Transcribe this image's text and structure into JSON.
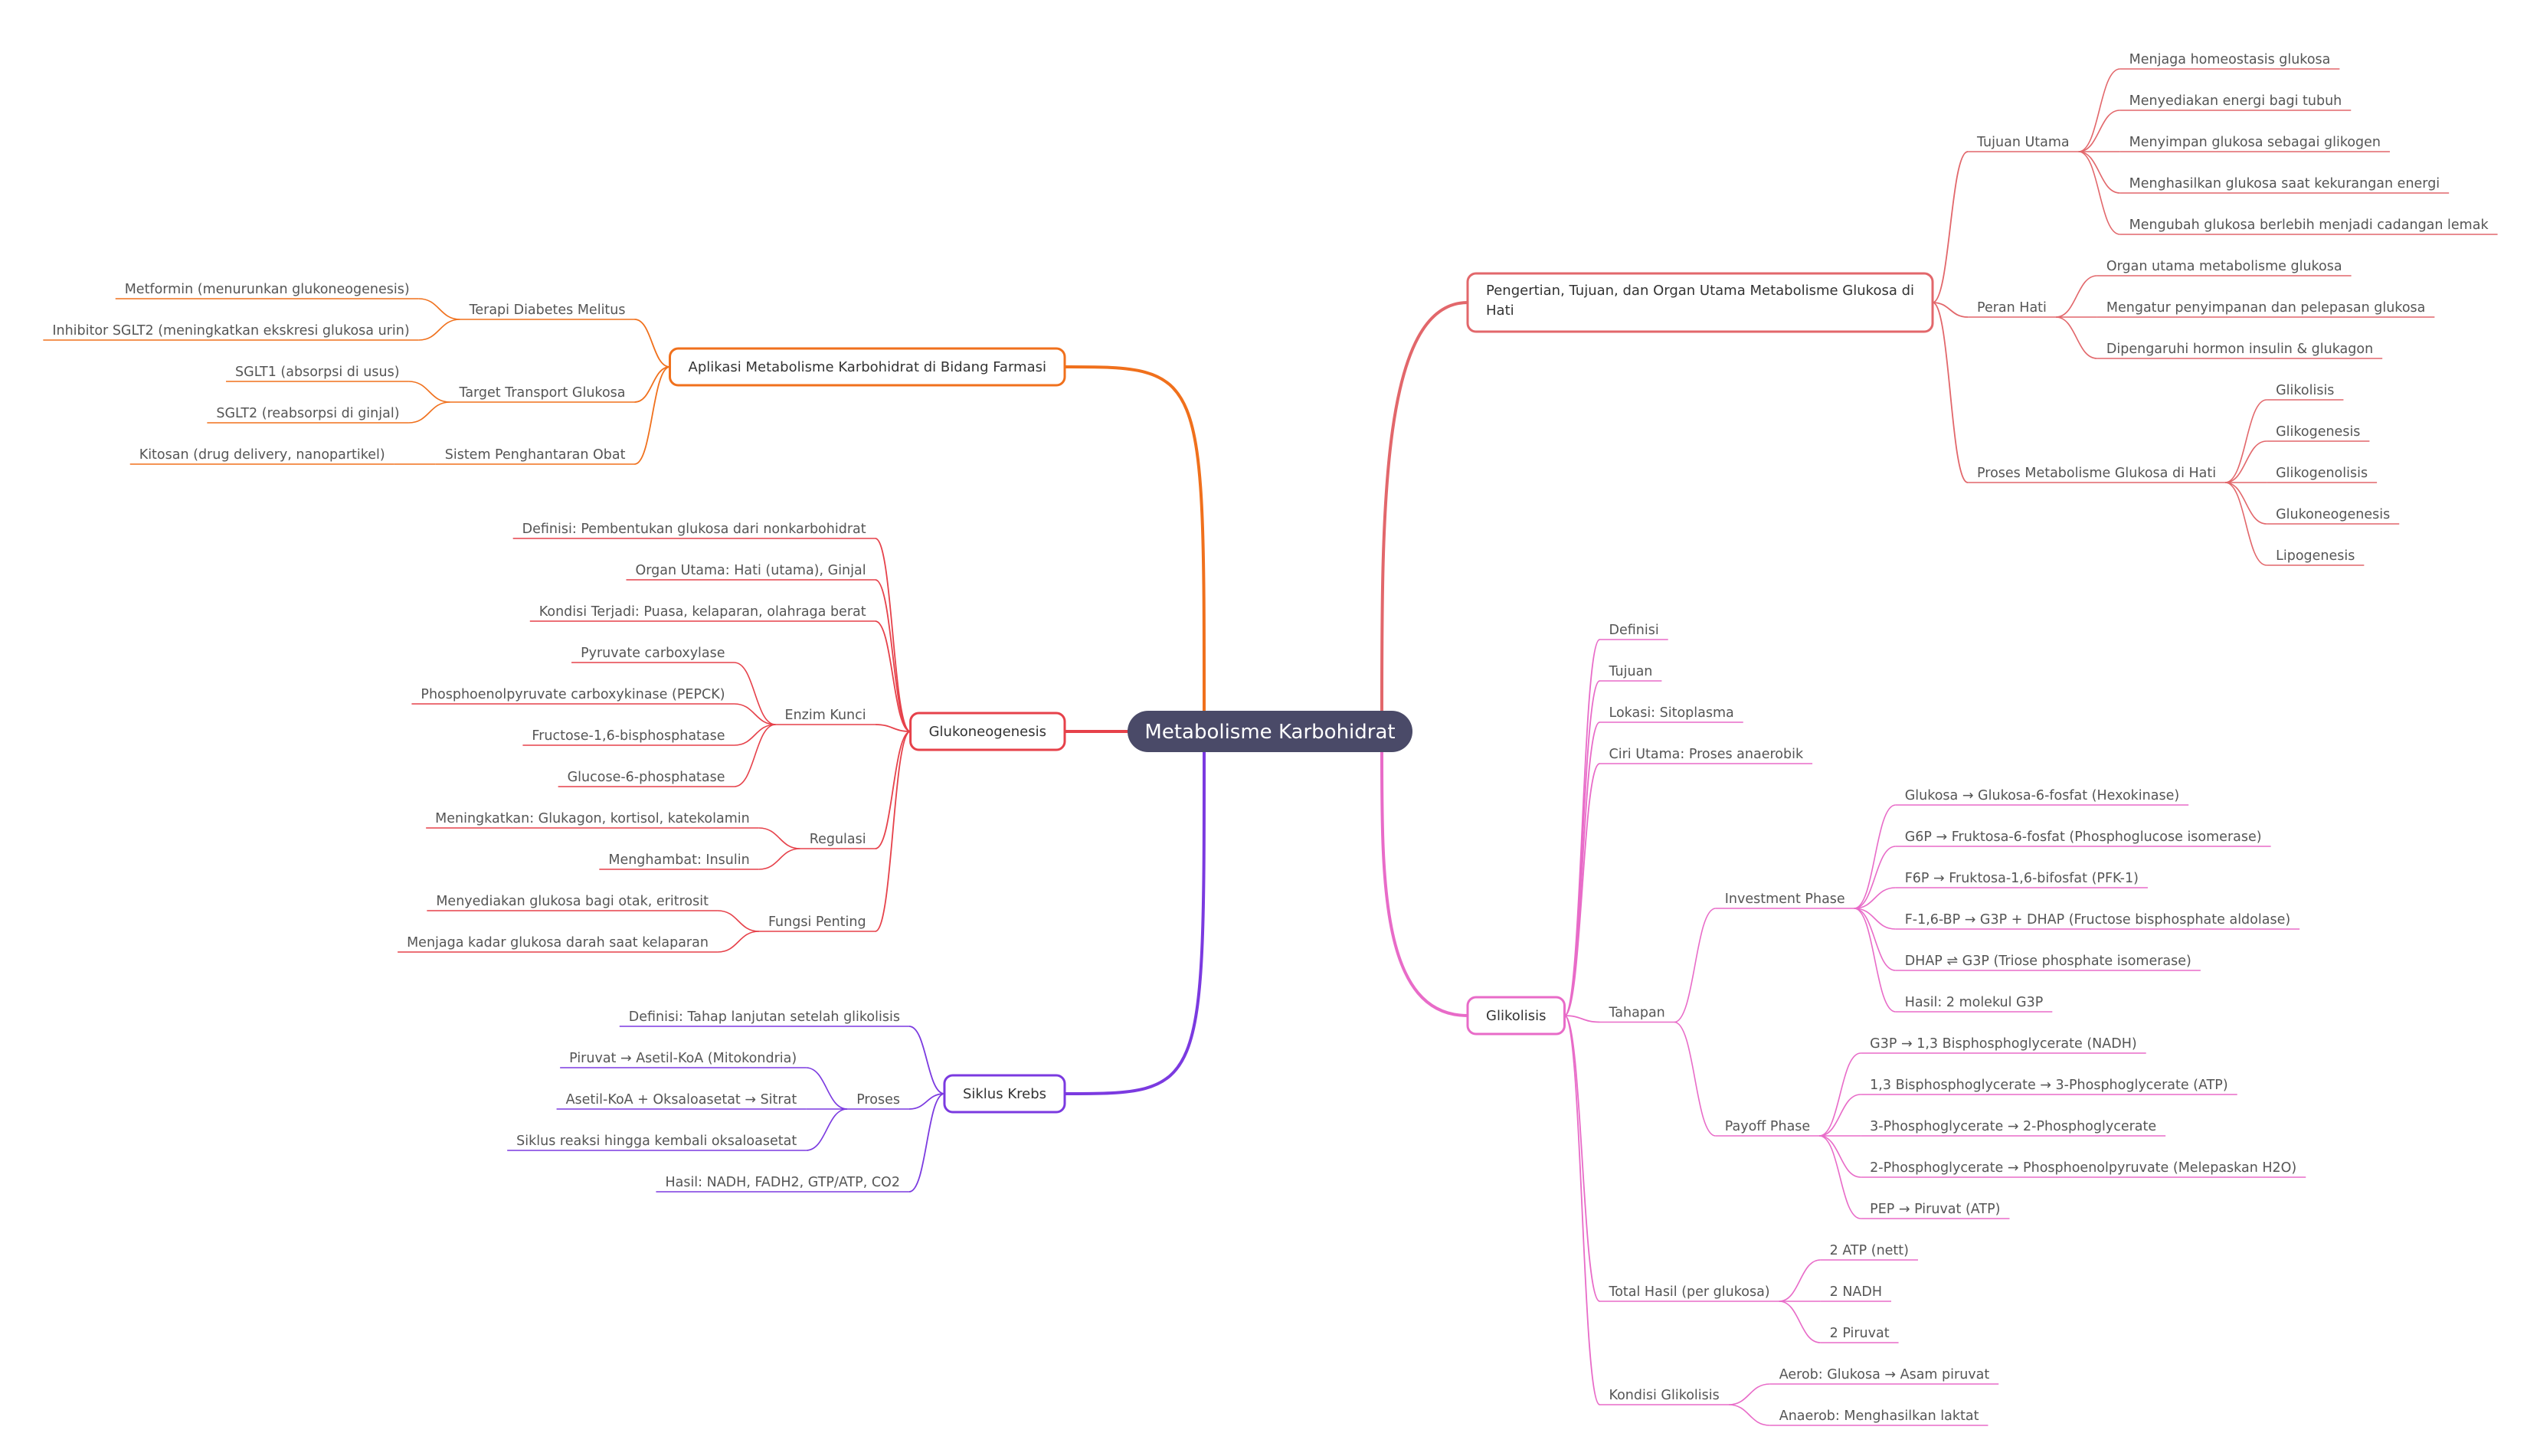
{
  "root": {
    "label": "Metabolisme Karbohidrat",
    "color": "#4a4a68"
  },
  "branches": [
    {
      "id": "pengertian",
      "label_lines": [
        "Pengertian, Tujuan, dan Organ Utama Metabolisme Glukosa di",
        "Hati"
      ],
      "color": "#e2676b",
      "side": "right",
      "children": [
        {
          "label": "Tujuan Utama",
          "children": [
            {
              "label": "Menjaga homeostasis glukosa"
            },
            {
              "label": "Menyediakan energi bagi tubuh"
            },
            {
              "label": "Menyimpan glukosa sebagai glikogen"
            },
            {
              "label": "Menghasilkan glukosa saat kekurangan energi"
            },
            {
              "label": "Mengubah glukosa berlebih menjadi cadangan lemak"
            }
          ]
        },
        {
          "label": "Peran Hati",
          "children": [
            {
              "label": "Organ utama metabolisme glukosa"
            },
            {
              "label": "Mengatur penyimpanan dan pelepasan glukosa"
            },
            {
              "label": "Dipengaruhi hormon insulin & glukagon"
            }
          ]
        },
        {
          "label": "Proses Metabolisme Glukosa di Hati",
          "children": [
            {
              "label": "Glikolisis"
            },
            {
              "label": "Glikogenesis"
            },
            {
              "label": "Glikogenolisis"
            },
            {
              "label": "Glukoneogenesis"
            },
            {
              "label": "Lipogenesis"
            }
          ]
        }
      ]
    },
    {
      "id": "glikolisis",
      "label_lines": [
        "Glikolisis"
      ],
      "color": "#e86bc8",
      "side": "right",
      "children": [
        {
          "label": "Definisi"
        },
        {
          "label": "Tujuan"
        },
        {
          "label": "Lokasi: Sitoplasma"
        },
        {
          "label": "Ciri Utama: Proses anaerobik"
        },
        {
          "label": "Tahapan",
          "children": [
            {
              "label": "Investment Phase",
              "children": [
                {
                  "label": "Glukosa → Glukosa-6-fosfat (Hexokinase)"
                },
                {
                  "label": "G6P → Fruktosa-6-fosfat (Phosphoglucose isomerase)"
                },
                {
                  "label": "F6P → Fruktosa-1,6-bifosfat (PFK-1)"
                },
                {
                  "label": "F-1,6-BP → G3P + DHAP (Fructose bisphosphate aldolase)"
                },
                {
                  "label": "DHAP ⇌ G3P (Triose phosphate isomerase)"
                },
                {
                  "label": "Hasil: 2 molekul G3P"
                }
              ]
            },
            {
              "label": "Payoff Phase",
              "children": [
                {
                  "label": "G3P → 1,3 Bisphosphoglycerate (NADH)"
                },
                {
                  "label": "1,3 Bisphosphoglycerate → 3-Phosphoglycerate (ATP)"
                },
                {
                  "label": "3-Phosphoglycerate → 2-Phosphoglycerate"
                },
                {
                  "label": "2-Phosphoglycerate → Phosphoenolpyruvate (Melepaskan H2O)"
                },
                {
                  "label": "PEP → Piruvat (ATP)"
                }
              ]
            }
          ]
        },
        {
          "label": "Total Hasil (per glukosa)",
          "children": [
            {
              "label": "2 ATP (nett)"
            },
            {
              "label": "2 NADH"
            },
            {
              "label": "2 Piruvat"
            }
          ]
        },
        {
          "label": "Kondisi Glikolisis",
          "children": [
            {
              "label": "Aerob: Glukosa → Asam piruvat"
            },
            {
              "label": "Anaerob: Menghasilkan laktat"
            }
          ]
        }
      ]
    },
    {
      "id": "aplikasi",
      "label_lines": [
        "Aplikasi Metabolisme Karbohidrat di Bidang Farmasi"
      ],
      "color": "#f0701c",
      "side": "left",
      "children": [
        {
          "label": "Terapi Diabetes Melitus",
          "children": [
            {
              "label": "Metformin (menurunkan glukoneogenesis)"
            },
            {
              "label": "Inhibitor SGLT2 (meningkatkan ekskresi glukosa urin)"
            }
          ]
        },
        {
          "label": "Target Transport Glukosa",
          "children": [
            {
              "label": "SGLT1 (absorpsi di usus)"
            },
            {
              "label": "SGLT2 (reabsorpsi di ginjal)"
            }
          ]
        },
        {
          "label": "Sistem Penghantaran Obat",
          "children": [
            {
              "label": "Kitosan (drug delivery, nanopartikel)"
            }
          ]
        }
      ]
    },
    {
      "id": "glukoneogenesis",
      "label_lines": [
        "Glukoneogenesis"
      ],
      "color": "#e6414a",
      "side": "left",
      "children": [
        {
          "label": "Definisi: Pembentukan glukosa dari nonkarbohidrat"
        },
        {
          "label": "Organ Utama: Hati (utama), Ginjal"
        },
        {
          "label": "Kondisi Terjadi: Puasa, kelaparan, olahraga berat"
        },
        {
          "label": "Enzim Kunci",
          "children": [
            {
              "label": "Pyruvate carboxylase"
            },
            {
              "label": "Phosphoenolpyruvate carboxykinase (PEPCK)"
            },
            {
              "label": "Fructose-1,6-bisphosphatase"
            },
            {
              "label": "Glucose-6-phosphatase"
            }
          ]
        },
        {
          "label": "Regulasi",
          "children": [
            {
              "label": "Meningkatkan: Glukagon, kortisol, katekolamin"
            },
            {
              "label": "Menghambat: Insulin"
            }
          ]
        },
        {
          "label": "Fungsi Penting",
          "children": [
            {
              "label": "Menyediakan glukosa bagi otak, eritrosit"
            },
            {
              "label": "Menjaga kadar glukosa darah saat kelaparan"
            }
          ]
        }
      ]
    },
    {
      "id": "krebs",
      "label_lines": [
        "Siklus Krebs"
      ],
      "color": "#7b3ae0",
      "side": "left",
      "children": [
        {
          "label": "Definisi: Tahap lanjutan setelah glikolisis"
        },
        {
          "label": "Proses",
          "children": [
            {
              "label": "Piruvat → Asetil-KoA (Mitokondria)"
            },
            {
              "label": "Asetil-KoA + Oksaloasetat → Sitrat"
            },
            {
              "label": "Siklus reaksi hingga kembali oksaloasetat"
            }
          ]
        },
        {
          "label": "Hasil: NADH, FADH2, GTP/ATP, CO2"
        }
      ]
    }
  ]
}
